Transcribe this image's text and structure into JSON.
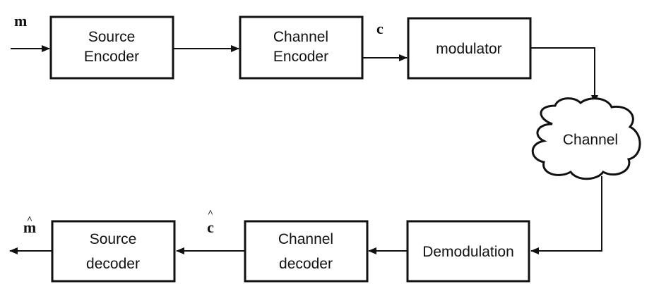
{
  "blocks": {
    "source_encoder": {
      "line1": "Source",
      "line2": "Encoder"
    },
    "channel_encoder": {
      "line1": "Channel",
      "line2": "Encoder"
    },
    "modulator": {
      "label": "modulator"
    },
    "channel": {
      "label": "Channel"
    },
    "demodulation": {
      "label": "Demodulation"
    },
    "channel_decoder": {
      "line1": "Channel",
      "line2": "decoder"
    },
    "source_decoder": {
      "line1": "Source",
      "line2": "decoder"
    }
  },
  "signals": {
    "input": "m",
    "coded": "c",
    "coded_estimate": "c",
    "coded_estimate_hat": "^",
    "output": "m",
    "output_hat": "^"
  },
  "colors": {
    "stroke": "#111111",
    "background": "#ffffff"
  }
}
